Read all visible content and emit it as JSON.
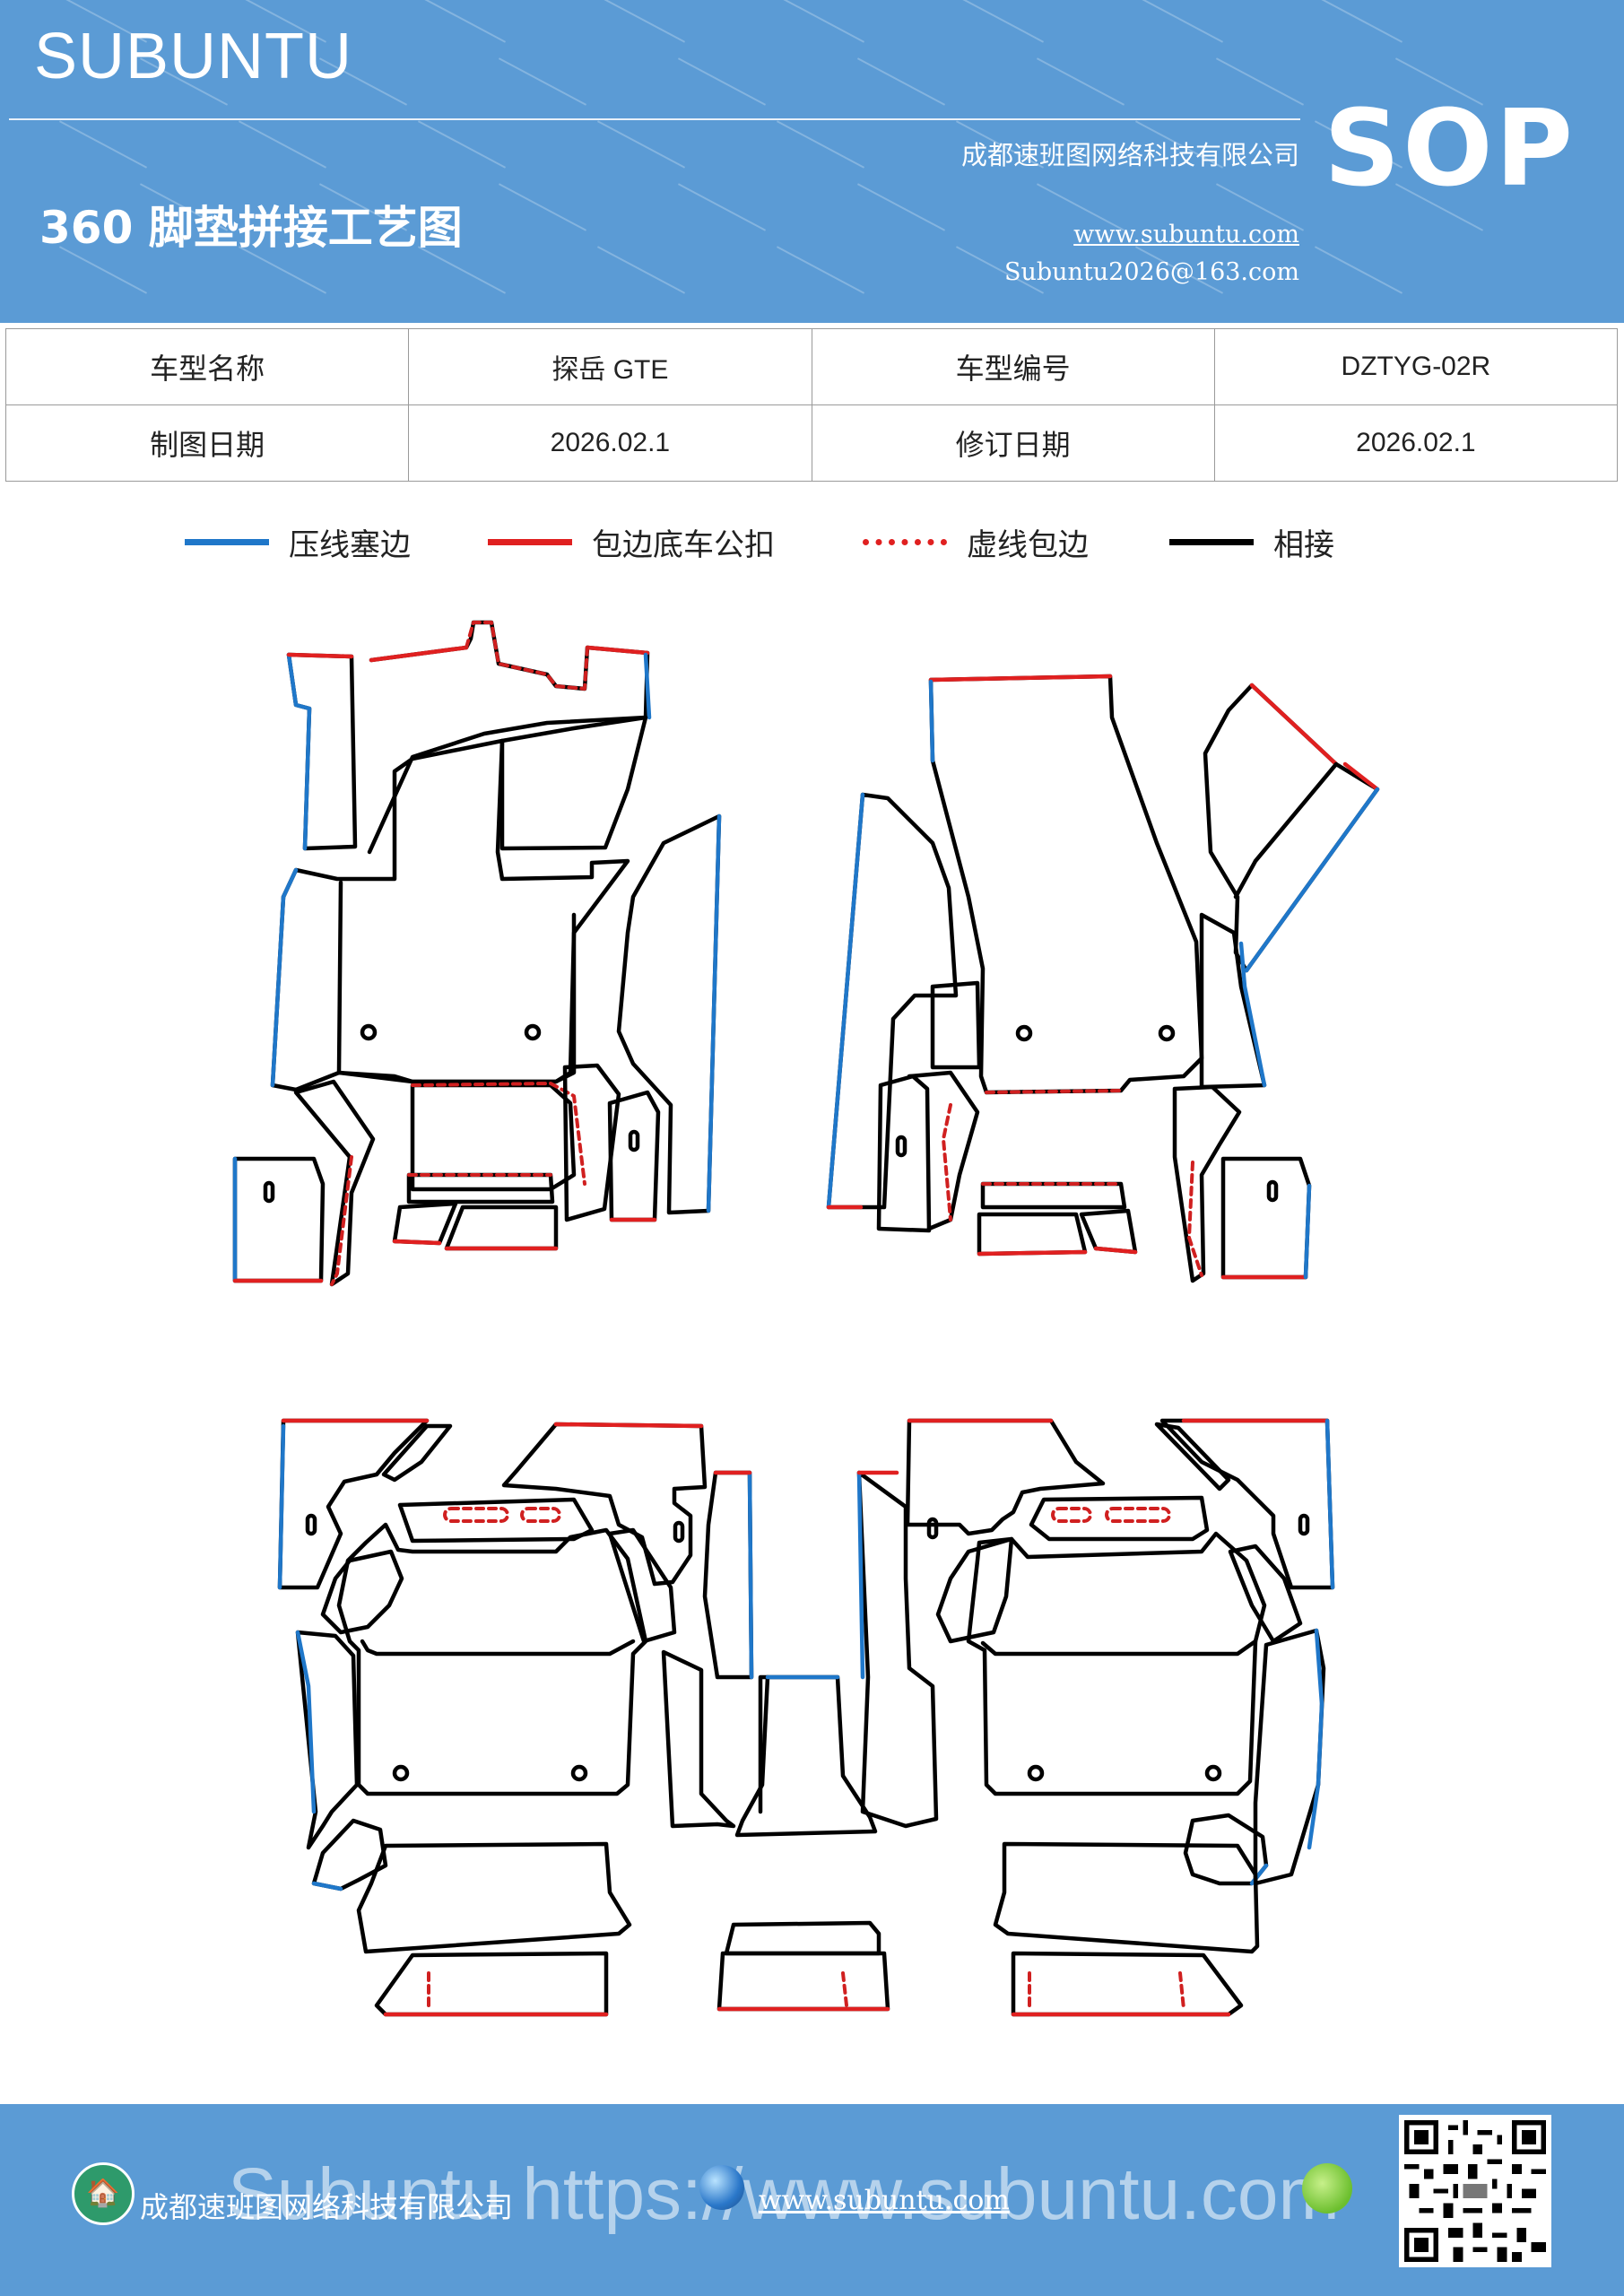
{
  "header": {
    "brand": "SUBUNTU",
    "company": "成都速班图网络科技有限公司",
    "title": "360 脚垫拼接工艺图",
    "website": "www.subuntu.com",
    "email": "Subuntu2026@163.com",
    "badge": "SOP"
  },
  "info_table": {
    "rows": [
      [
        "车型名称",
        "探岳 GTE",
        "车型编号",
        "DZTYG-02R"
      ],
      [
        "制图日期",
        "2026.02.1",
        "修订日期",
        "2026.02.1"
      ]
    ]
  },
  "legend": [
    {
      "label": "压线塞边",
      "color": "#1f77c9",
      "style": "solid"
    },
    {
      "label": "包边底车公扣",
      "color": "#e02020",
      "style": "solid"
    },
    {
      "label": "虚线包边",
      "color": "#e02020",
      "style": "dashed"
    },
    {
      "label": "相接",
      "color": "#000000",
      "style": "solid"
    }
  ],
  "footer": {
    "company": "成都速班图网络科技有限公司",
    "watermark_text": "Subuntu https://www.subuntu.com",
    "website": "www.subuntu.com"
  },
  "colors": {
    "header_bg": "#5b9bd5",
    "blue_edge": "#1f77c9",
    "red_edge": "#e02020",
    "join": "#000000"
  }
}
